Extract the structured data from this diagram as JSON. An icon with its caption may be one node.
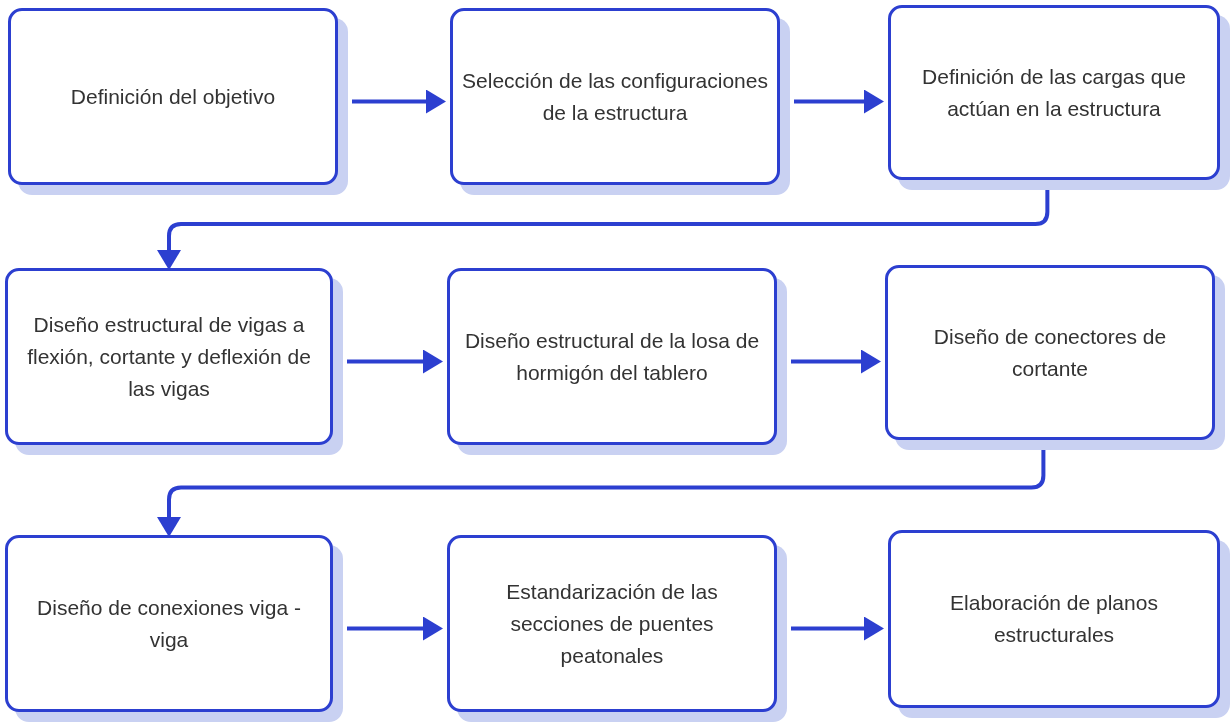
{
  "diagram": {
    "nodes": [
      {
        "text": [
          "Definición del objetivo"
        ]
      },
      {
        "text": [
          "Selección de las configuraciones de la estructura"
        ]
      },
      {
        "text": [
          "Definición de las cargas que actúan en la estructura"
        ]
      },
      {
        "text": [
          "Diseño estructural de vigas a flexión, cortante y deflexión de las vigas"
        ]
      },
      {
        "text": [
          "Diseño estructural de la losa de hormigón del tablero"
        ]
      },
      {
        "text": [
          "Diseño de conectores de cortante"
        ]
      },
      {
        "text": [
          "Diseño de conexiones viga - viga"
        ]
      },
      {
        "text": [
          "Estandarización de las secciones de puentes peatonales"
        ]
      },
      {
        "text": [
          "Elaboración de planos estructurales"
        ]
      }
    ],
    "edges": [
      {
        "from": 0,
        "to": 1,
        "arrow": "to"
      },
      {
        "from": 1,
        "to": 2,
        "arrow": "to"
      },
      {
        "from": 2,
        "to": 3,
        "arrow": "to"
      },
      {
        "from": 3,
        "to": 4,
        "arrow": "to"
      },
      {
        "from": 4,
        "to": 5,
        "arrow": "to"
      },
      {
        "from": 5,
        "to": 6,
        "arrow": "to"
      },
      {
        "from": 6,
        "to": 7,
        "arrow": "to"
      },
      {
        "from": 7,
        "to": 8,
        "arrow": "to"
      }
    ]
  }
}
